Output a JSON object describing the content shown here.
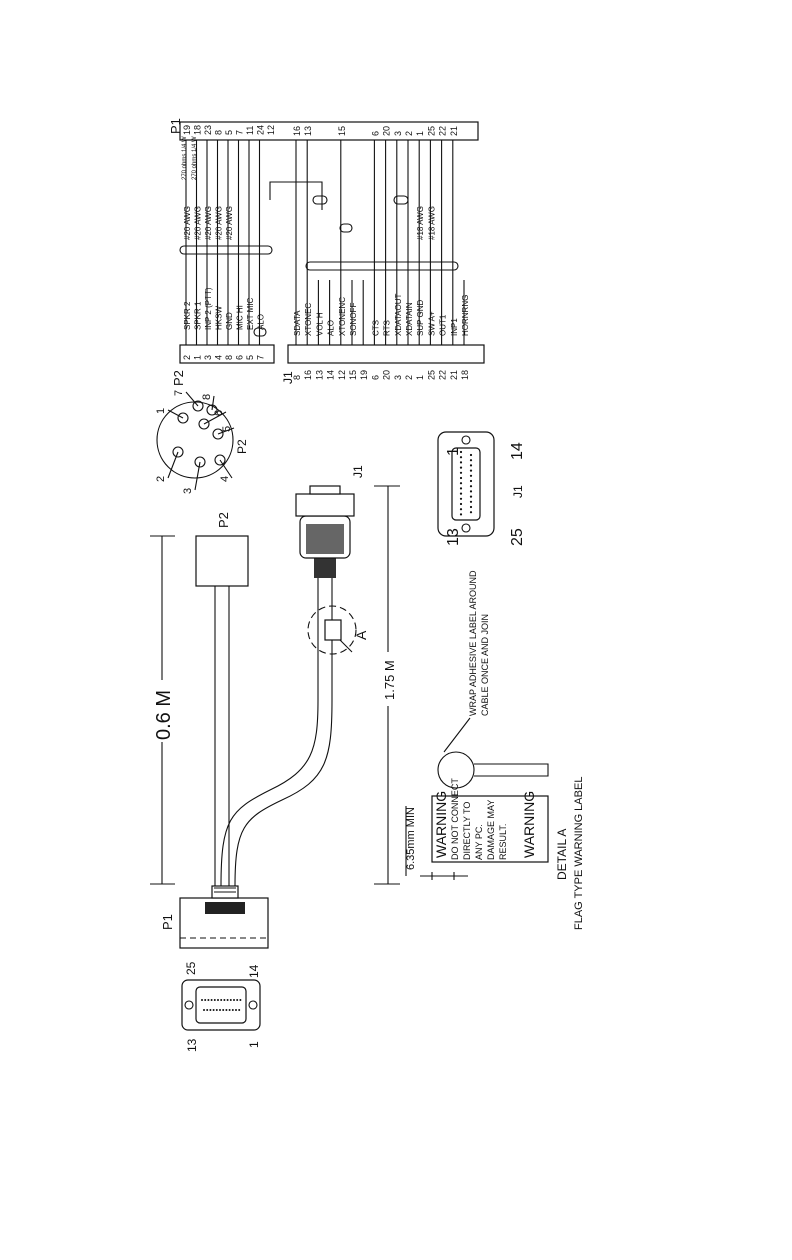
{
  "connectors": {
    "p1_label": "P1",
    "p2_label": "P2",
    "j1_label": "J1"
  },
  "dimensions": {
    "short_length": "0.6 M",
    "long_length": "1.75 M",
    "label_min": "6.35mm MIN"
  },
  "p1_face_pins": {
    "top_left": "25",
    "top_right": "14",
    "bottom_left": "13",
    "bottom_right": "1"
  },
  "j1_face_pins": {
    "top_left": "13",
    "top_right": "1",
    "bottom_left": "25",
    "bottom_right": "14"
  },
  "p2_face": {
    "label": "P2",
    "pins": [
      "1",
      "2",
      "3",
      "4",
      "5",
      "6",
      "7",
      "8"
    ]
  },
  "detail": {
    "marker": "A",
    "wrap_note": [
      "WRAP ADHESIVE LABEL AROUND",
      "CABLE ONCE AND JOIN"
    ],
    "warning_top": "WARNING",
    "warning_lines": [
      "DO NOT CONNECT",
      "DIRECTLY TO",
      "ANY PC.",
      "DAMAGE MAY",
      "RESULT."
    ],
    "warning_bottom": "WARNING",
    "caption_1": "DETAIL  A",
    "caption_2": "FLAG TYPE WARNING LABEL"
  },
  "schematic": {
    "p1_title": "P1",
    "p2_title": "P2",
    "j1_title": "J1",
    "p2_rows": [
      {
        "pin": "2",
        "signal": "SPKR 2",
        "wire": "#20 AWG",
        "p1": "19"
      },
      {
        "pin": "1",
        "signal": "SPKR 1",
        "wire": "#20 AWG",
        "p1": "18"
      },
      {
        "pin": "3",
        "signal": "INP 2 (PTT)",
        "wire": "#20 AWG",
        "p1": "23"
      },
      {
        "pin": "4",
        "signal": "HKSW",
        "wire": "#20 AWG",
        "p1": "8"
      },
      {
        "pin": "8",
        "signal": "GND",
        "wire": "#20 AWG",
        "p1": "5"
      },
      {
        "pin": "6",
        "signal": "MIC HI",
        "wire": "",
        "p1": "7"
      },
      {
        "pin": "5",
        "signal": "EXT MIC",
        "wire": "",
        "p1": "11"
      },
      {
        "pin": "7",
        "signal": "ALO",
        "wire": "",
        "p1": "24"
      }
    ],
    "p2_extra_p1": "12",
    "resistor_notes": [
      "270 ohms 1/4 W",
      "270 ohms 1/4 W"
    ],
    "j1_rows": [
      {
        "pin": "8",
        "signal": "SDATA",
        "wire": "",
        "p1": "16"
      },
      {
        "pin": "16",
        "signal": "XTONEC",
        "wire": "",
        "p1": "13"
      },
      {
        "pin": "13",
        "signal": "VOL H",
        "wire": "",
        "p1": ""
      },
      {
        "pin": "14",
        "signal": "ALO",
        "wire": "",
        "p1": ""
      },
      {
        "pin": "12",
        "signal": "XTONENC",
        "wire": "",
        "p1": "15"
      },
      {
        "pin": "15",
        "signal": "SONOFF",
        "wire": "",
        "p1": ""
      },
      {
        "pin": "19",
        "signal": "",
        "wire": "",
        "p1": ""
      },
      {
        "pin": "6",
        "signal": "CTS",
        "wire": "",
        "p1": "6"
      },
      {
        "pin": "20",
        "signal": "RTS",
        "wire": "",
        "p1": "20"
      },
      {
        "pin": "3",
        "signal": "XDATAOUT",
        "wire": "",
        "p1": "3"
      },
      {
        "pin": "2",
        "signal": "XDATAIN",
        "wire": "",
        "p1": "2"
      },
      {
        "pin": "1",
        "signal": "SUP GND",
        "wire": "#18 AWG",
        "p1": "1"
      },
      {
        "pin": "25",
        "signal": "SW A+",
        "wire": "#18 AWG",
        "p1": "25"
      },
      {
        "pin": "22",
        "signal": "OUT1",
        "wire": "",
        "p1": "22"
      },
      {
        "pin": "21",
        "signal": "INP1",
        "wire": "",
        "p1": "21"
      },
      {
        "pin": "18",
        "signal": "HORNRNG",
        "wire": "",
        "p1": ""
      }
    ]
  }
}
